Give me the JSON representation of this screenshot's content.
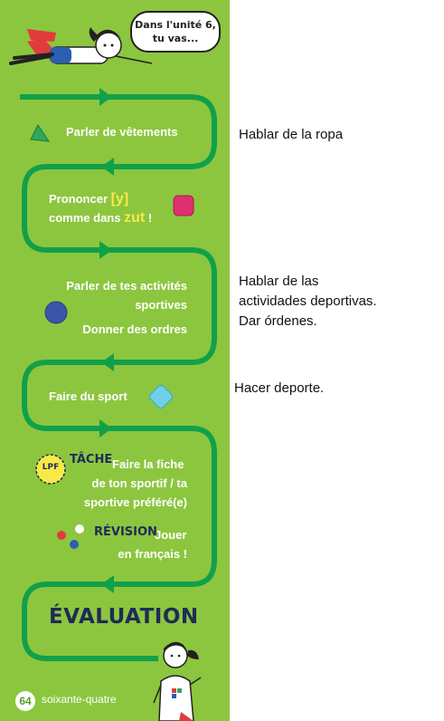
{
  "speech_bubble": {
    "line1": "Dans l'unité 6,",
    "line2": "tu vas..."
  },
  "items": {
    "vetements": "Parler de vêtements",
    "prononcer_1": "Prononcer",
    "prononcer_sound": "[y]",
    "prononcer_2": "comme dans",
    "prononcer_word": "zut",
    "prononcer_end": "!",
    "activites_1": "Parler de tes activités",
    "activites_2": "sportives",
    "ordres": "Donner des ordres",
    "sport": "Faire du sport",
    "tache_badge": "LPF",
    "tache_label": "TÂCHE",
    "tache_1": "Faire la fiche",
    "tache_2": "de ton sportif / ta",
    "tache_3": "sportive préféré(e)",
    "revision_label": "RÉVISION",
    "revision_1": "Jouer",
    "revision_2": "en français !",
    "evaluation": "ÉVALUATION"
  },
  "footer": {
    "page_number": "64",
    "page_text": "soixante-quatre"
  },
  "translations": {
    "t1": "Hablar de la ropa",
    "t2_1": "Hablar de las",
    "t2_2": "actividades deportivas.",
    "t2_3": "Dar órdenes.",
    "t3": "Hacer deporte."
  },
  "colors": {
    "panel": "#8cc63f",
    "path": "#11a04a",
    "accent_yellow": "#f7ea48",
    "navy": "#1f2b57"
  }
}
